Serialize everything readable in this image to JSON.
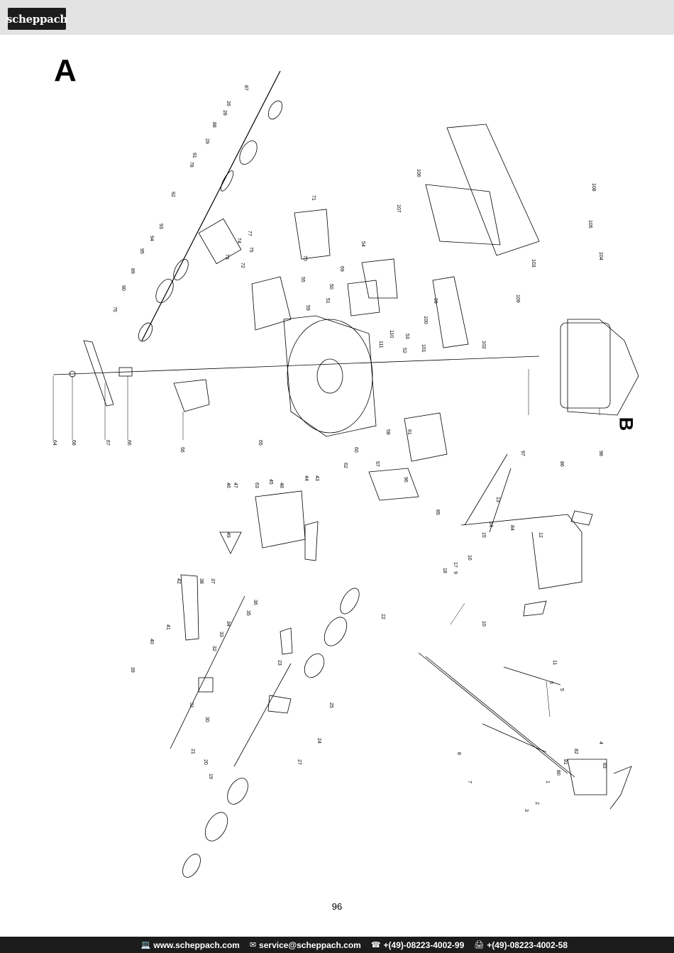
{
  "header": {
    "brand": "scheppach"
  },
  "sections": {
    "a_label": "A",
    "b_label": "B"
  },
  "callouts": [
    "87",
    "26",
    "28",
    "88",
    "29",
    "91",
    "78",
    "92",
    "93",
    "94",
    "95",
    "89",
    "90",
    "76",
    "77",
    "74",
    "73",
    "75",
    "72",
    "71",
    "70",
    "69",
    "54",
    "55",
    "53",
    "52",
    "51",
    "50",
    "56",
    "65",
    "66",
    "67",
    "68",
    "64",
    "59",
    "60",
    "57",
    "58",
    "61",
    "62",
    "63",
    "45",
    "46",
    "47",
    "48",
    "44",
    "43",
    "49",
    "42",
    "41",
    "40",
    "39",
    "38",
    "37",
    "36",
    "35",
    "34",
    "33",
    "32",
    "31",
    "30",
    "27",
    "25",
    "24",
    "23",
    "22",
    "21",
    "20",
    "19",
    "18",
    "17",
    "16",
    "15",
    "14",
    "13",
    "12",
    "11",
    "10",
    "9",
    "8",
    "7",
    "6",
    "5",
    "4",
    "3",
    "2",
    "1",
    "80",
    "81",
    "82",
    "83",
    "84",
    "85",
    "86",
    "96",
    "97",
    "98",
    "99",
    "100",
    "101",
    "102",
    "103",
    "104",
    "105",
    "106",
    "107",
    "108",
    "109",
    "110",
    "111"
  ],
  "page_number": "96",
  "footer": {
    "website": "www.scheppach.com",
    "email": "service@scheppach.com",
    "phone": "+(49)-08223-4002-99",
    "fax": "+(49)-08223-4002-58",
    "icons": [
      "monitor-icon",
      "mail-icon",
      "phone-icon",
      "fax-icon"
    ]
  }
}
